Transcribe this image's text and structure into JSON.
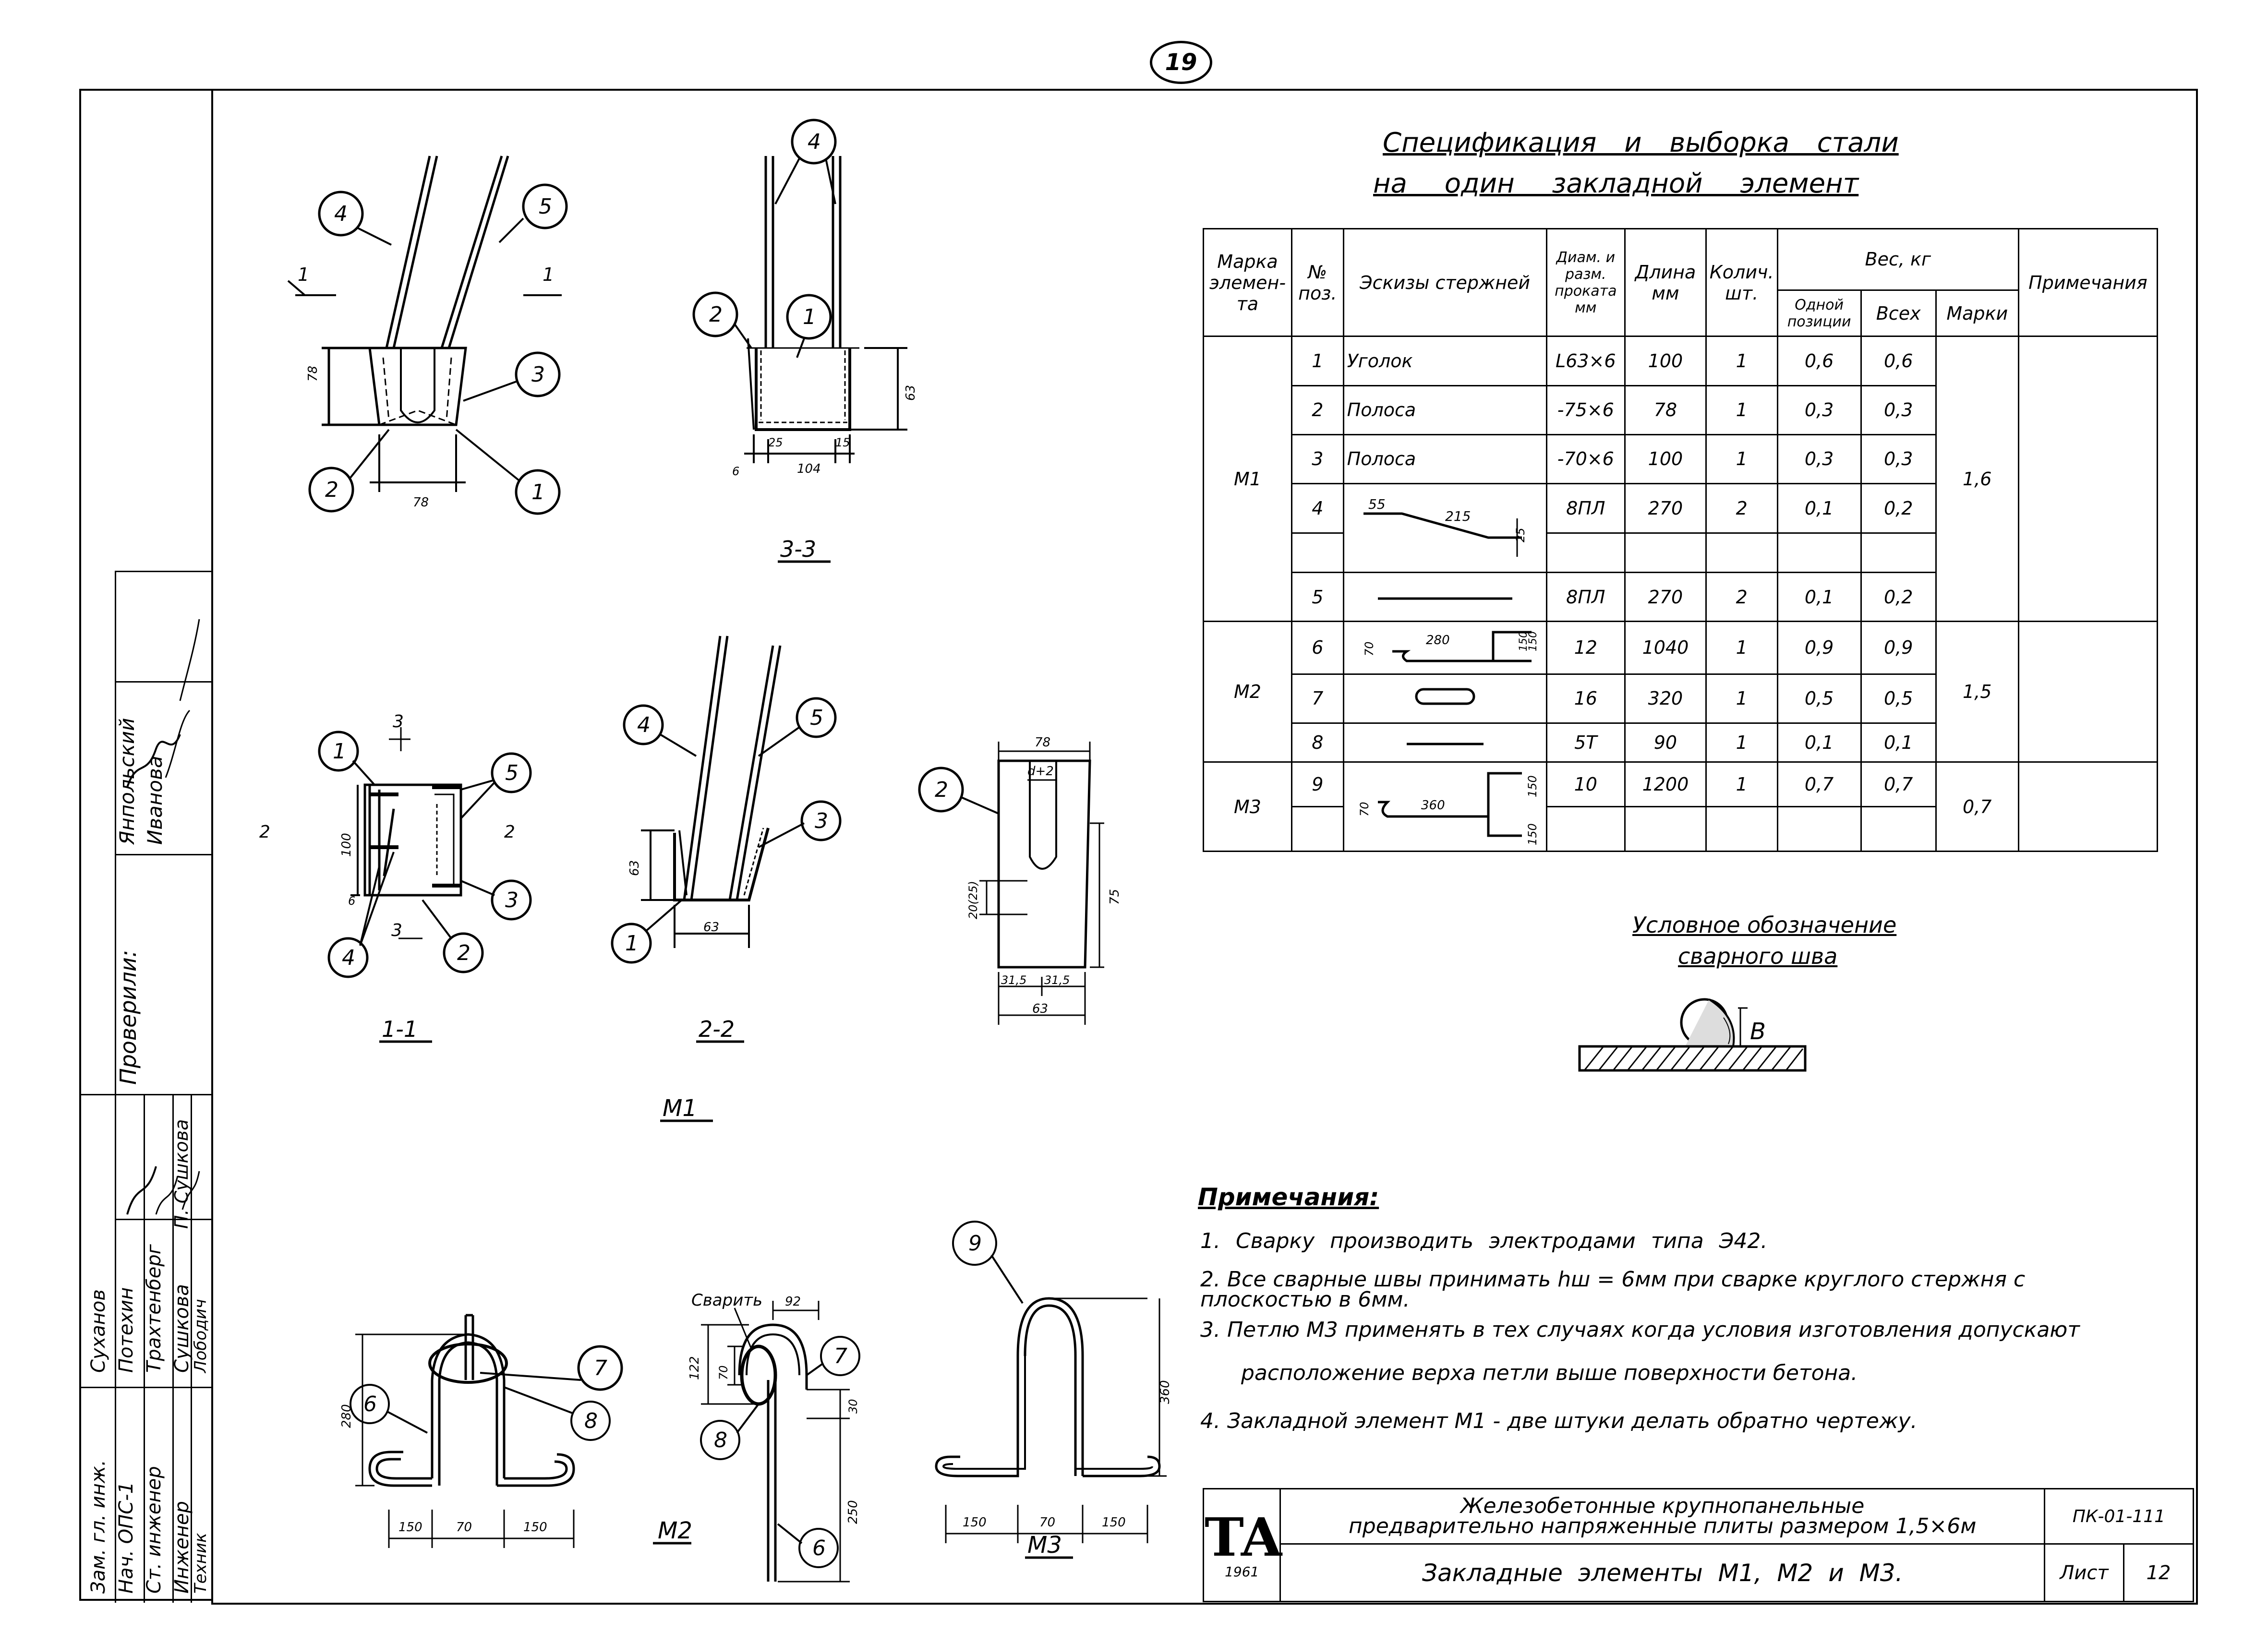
{
  "page_number": "19",
  "spec_title": {
    "line1": "Спецификация и выборка стали",
    "line2": "на один закладной элемент"
  },
  "spec_headers": {
    "marka": "Марка элемен- та",
    "pos": "№ поз.",
    "sketch": "Эскизы стержней",
    "diam": "Диам. и разм. проката мм",
    "length": "Длина мм",
    "count": "Колич. шт.",
    "weight": "Вес, кг",
    "w_one": "Одной позиции",
    "w_all": "Всех",
    "w_mark": "Марки",
    "note": "Примечания"
  },
  "spec_rows": [
    {
      "pos": "1",
      "sketch": "Уголок",
      "diam": "L63×6",
      "len": "100",
      "cnt": "1",
      "one": "0,6",
      "all": "0,6"
    },
    {
      "pos": "2",
      "sketch": "Полоса",
      "diam": "-75×6",
      "len": "78",
      "cnt": "1",
      "one": "0,3",
      "all": "0,3"
    },
    {
      "pos": "3",
      "sketch": "Полоса",
      "diam": "-70×6",
      "len": "100",
      "cnt": "1",
      "one": "0,3",
      "all": "0,3"
    },
    {
      "pos": "4",
      "sketch": "",
      "diam": "8ПЛ",
      "len": "270",
      "cnt": "2",
      "one": "0,1",
      "all": "0,2"
    },
    {
      "pos": "5",
      "sketch": "",
      "diam": "8ПЛ",
      "len": "270",
      "cnt": "2",
      "one": "0,1",
      "all": "0,2"
    },
    {
      "pos": "6",
      "sketch": "",
      "diam": "12",
      "len": "1040",
      "cnt": "1",
      "one": "0,9",
      "all": "0,9"
    },
    {
      "pos": "7",
      "sketch": "",
      "diam": "16",
      "len": "320",
      "cnt": "1",
      "one": "0,5",
      "all": "0,5"
    },
    {
      "pos": "8",
      "sketch": "",
      "diam": "5Т",
      "len": "90",
      "cnt": "1",
      "one": "0,1",
      "all": "0,1"
    },
    {
      "pos": "9",
      "sketch": "",
      "diam": "10",
      "len": "1200",
      "cnt": "1",
      "one": "0,7",
      "all": "0,7"
    }
  ],
  "marks": [
    {
      "name": "М1",
      "weight": "1,6"
    },
    {
      "name": "М2",
      "weight": "1,5"
    },
    {
      "name": "М3",
      "weight": "0,7"
    }
  ],
  "sketch_dims": {
    "p4_a": "55",
    "p4_b": "215",
    "p4_c": "25",
    "p6_a": "70",
    "p6_b": "280",
    "p6_c": "150",
    "p6_d": "150",
    "p9_a": "70",
    "p9_b": "360",
    "p9_c": "150",
    "p9_d": "150"
  },
  "weld_symbol": {
    "title_line1": "Условное обозначение",
    "title_line2": "сварного шва",
    "letter": "В"
  },
  "notes_title": "Примечания:",
  "notes": [
    "1. Сварку производить электродами типа Э42.",
    "2. Все сварные швы принимать hш = 6мм при сварке круглого стержня с плоскостью в 6мм.",
    "3. Петлю М3 применять в тех случаях когда условия изготовления допускают",
    "расположение верха петли выше поверхности бетона.",
    "4. Закладной элемент М1 - две штуки делать обратно чертежу."
  ],
  "stamp": {
    "title_line1": "Железобетонные крупнопанельные",
    "title_line2": "предварительно напряженные плиты размером 1,5×6м",
    "code": "ПК-01-111",
    "subtitle": "Закладные элементы М1, М2 и М3.",
    "sheet_label": "Лист",
    "sheet_no": "12",
    "logo_letters": "ТА",
    "year": "1961"
  },
  "side_roles": [
    "Зам. гл. инж.",
    "Нач. ОПС-1",
    "Ст. инженер",
    "Инженер",
    "Техник"
  ],
  "side_names": [
    "Суханов",
    "Потехин",
    "Трахтенберг",
    "Сушкова",
    "Лободич"
  ],
  "side_sign": "П. Сушкова",
  "checked": {
    "label": "Проверили:",
    "names": [
      "Янпольский",
      "Иванова"
    ]
  },
  "drawings": {
    "m1_label": "М1",
    "m2_label": "М2",
    "m3_label": "М3",
    "sec11": "1-1",
    "sec22": "2-2",
    "sec33": "3-3",
    "weld_label": "Сварить",
    "cut1": "1",
    "cut2": "2",
    "cut3": "3",
    "d_78": "78",
    "d_63": "63",
    "d_100": "100",
    "d_6": "6",
    "d_25": "25",
    "d_15": "15",
    "d_104": "104",
    "d_75": "75",
    "d_d2": "d+2",
    "d_20": "20(25)",
    "d_315a": "31,5",
    "d_315b": "31,5",
    "d_280": "280",
    "d_150": "150",
    "d_70": "70",
    "d_92": "92",
    "d_122": "122",
    "d_30": "30",
    "d_250": "250",
    "d_360": "360",
    "callouts": [
      "1",
      "2",
      "3",
      "4",
      "5",
      "6",
      "7",
      "8",
      "9"
    ]
  }
}
